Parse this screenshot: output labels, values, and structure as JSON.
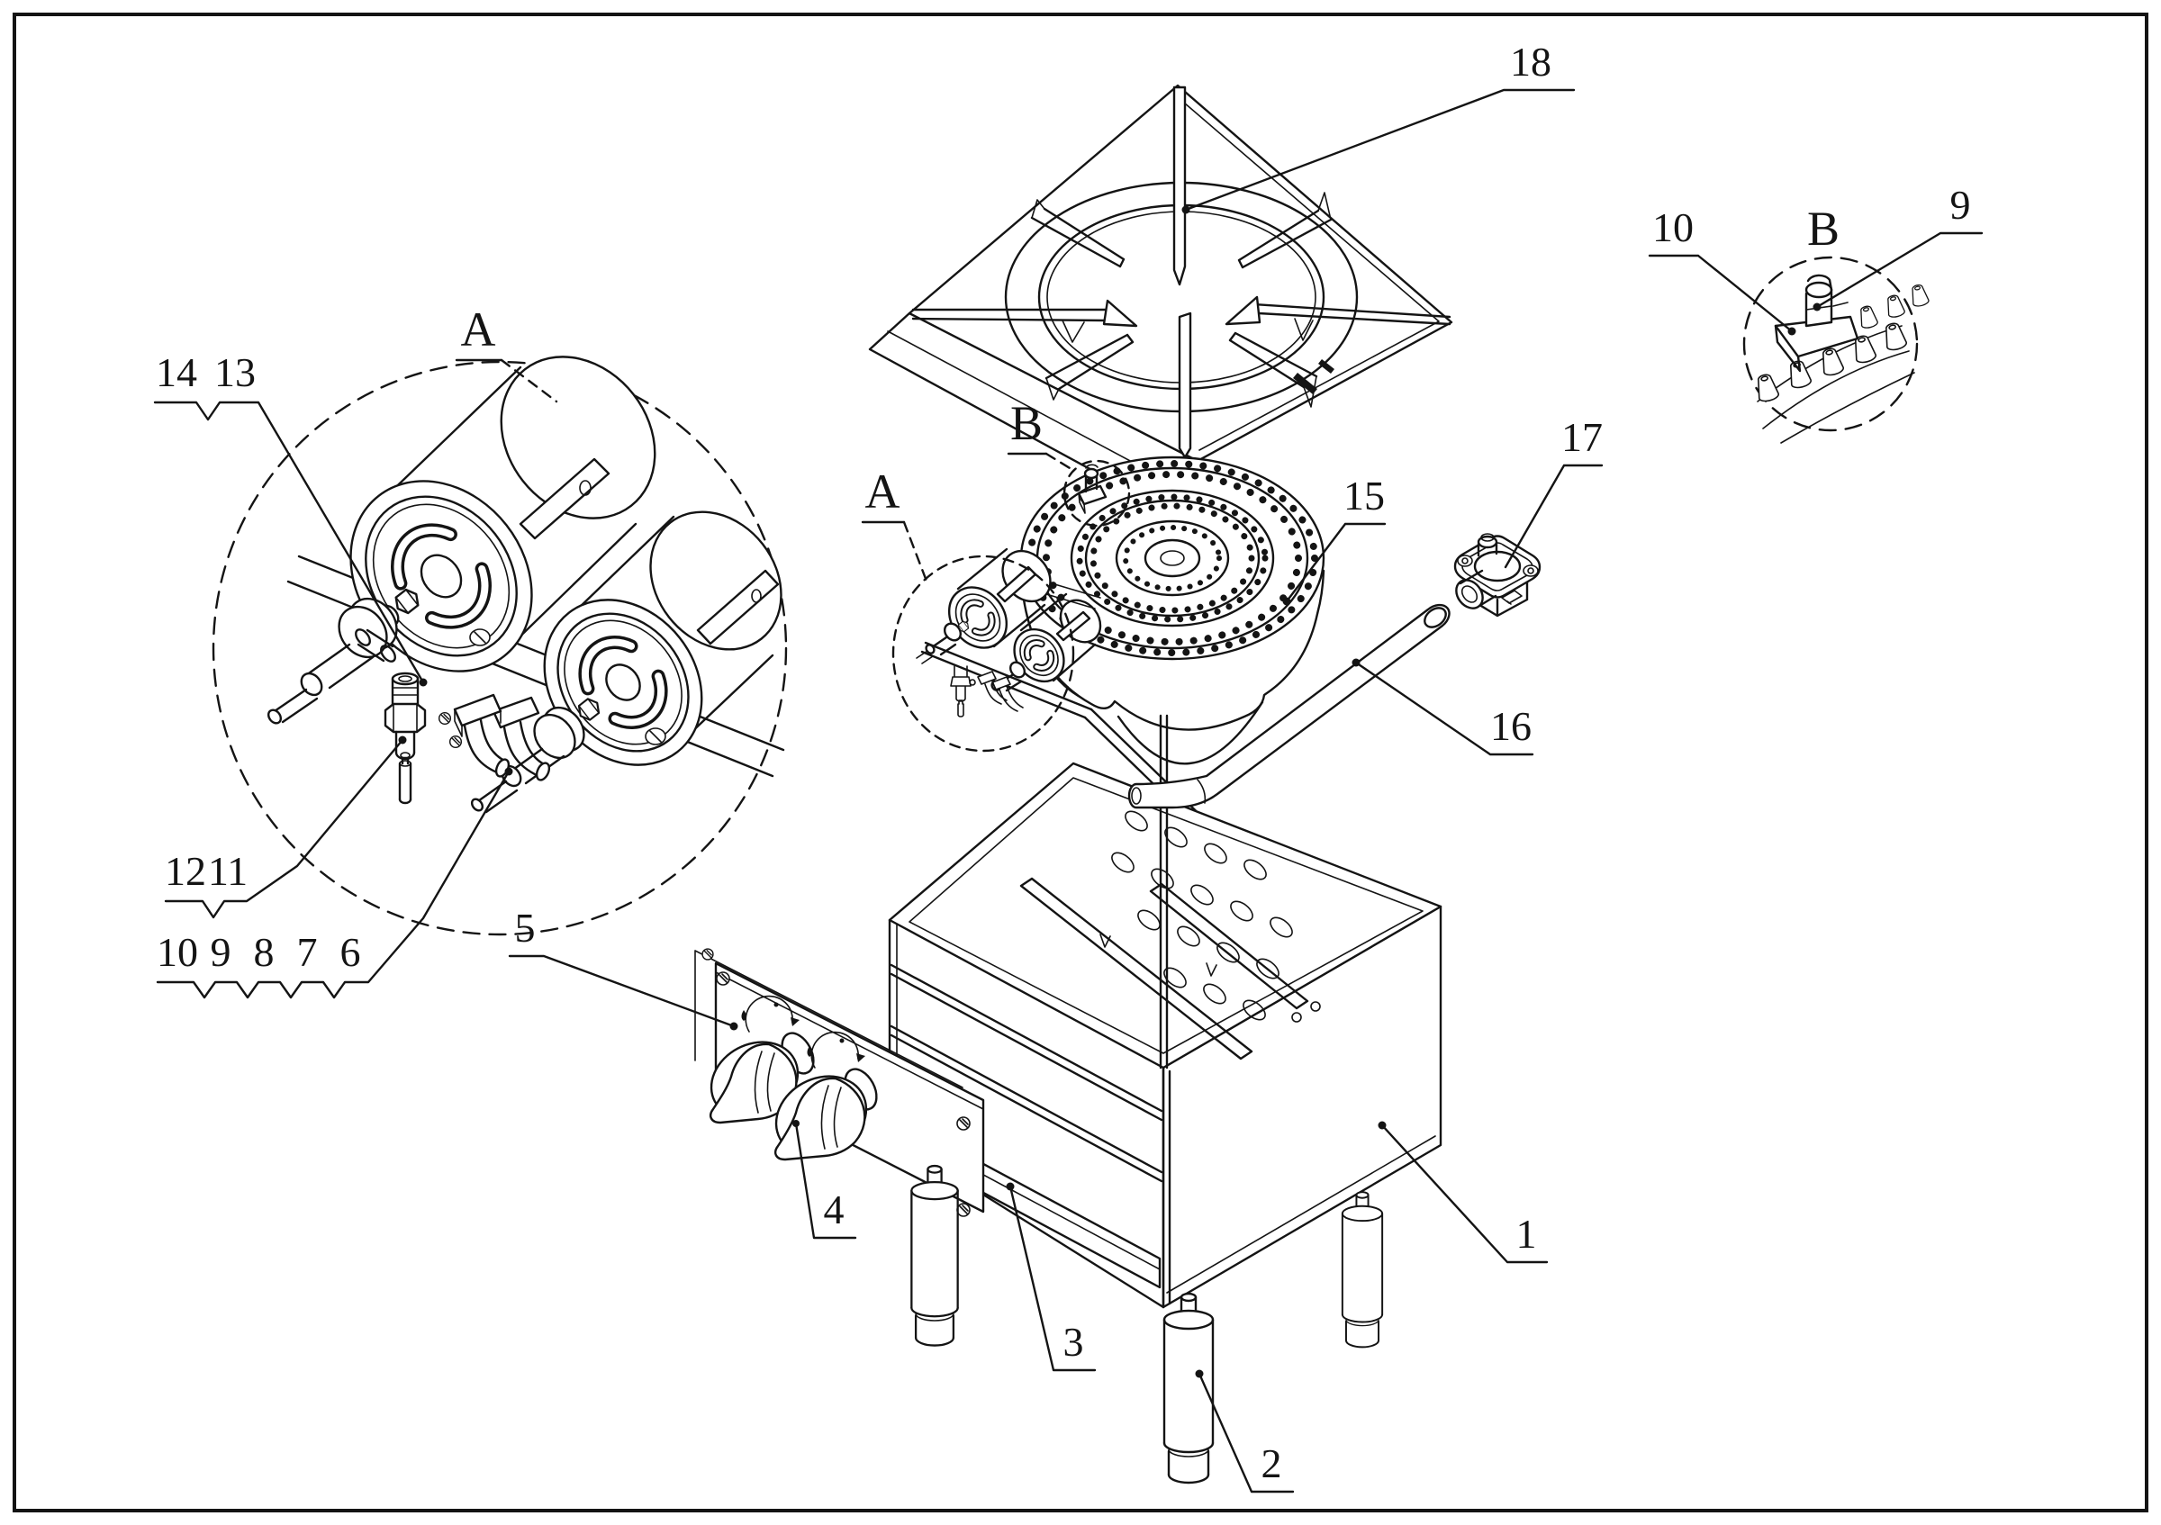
{
  "drawing": {
    "kind": "exploded-parts-diagram",
    "line_color": "#141414",
    "background": "#ffffff",
    "detail_views": [
      {
        "id": "A",
        "title": "A"
      },
      {
        "id": "B",
        "title": "B"
      }
    ],
    "part_numbers_shown": [
      1,
      2,
      3,
      4,
      5,
      6,
      7,
      8,
      9,
      10,
      11,
      12,
      13,
      14,
      15,
      16,
      17,
      18
    ]
  },
  "labels": {
    "n1": "1",
    "n2": "2",
    "n3": "3",
    "n4": "4",
    "n5": "5",
    "n6": "6",
    "n7": "7",
    "n8": "8",
    "n9": "9",
    "n10": "10",
    "n11": "11",
    "n12": "12",
    "n13": "13",
    "n14": "14",
    "n15": "15",
    "n16": "16",
    "n17": "17",
    "n18": "18",
    "n9b": "9",
    "n10b": "10",
    "detail_a": "A",
    "detail_b": "B",
    "ref_a": "A",
    "ref_b": "B"
  }
}
